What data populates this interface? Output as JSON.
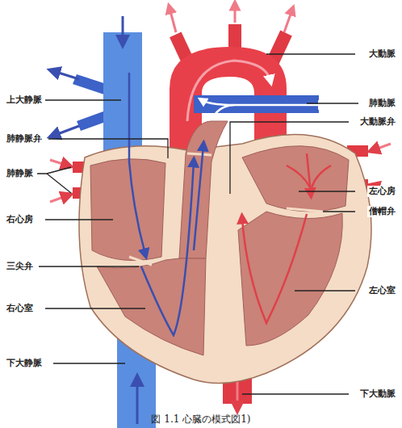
{
  "diagram": {
    "caption": "図 1.1 心臓の模式図1)",
    "labels": [
      "大動脈",
      "上大静脈",
      "肺動脈",
      "大動脈弁",
      "肺静脈弁",
      "肺静脈",
      "左心房",
      "僧帽弁",
      "右心房",
      "三尖弁",
      "左心室",
      "右心室",
      "下大静脈",
      "下大動脈"
    ]
  }
}
